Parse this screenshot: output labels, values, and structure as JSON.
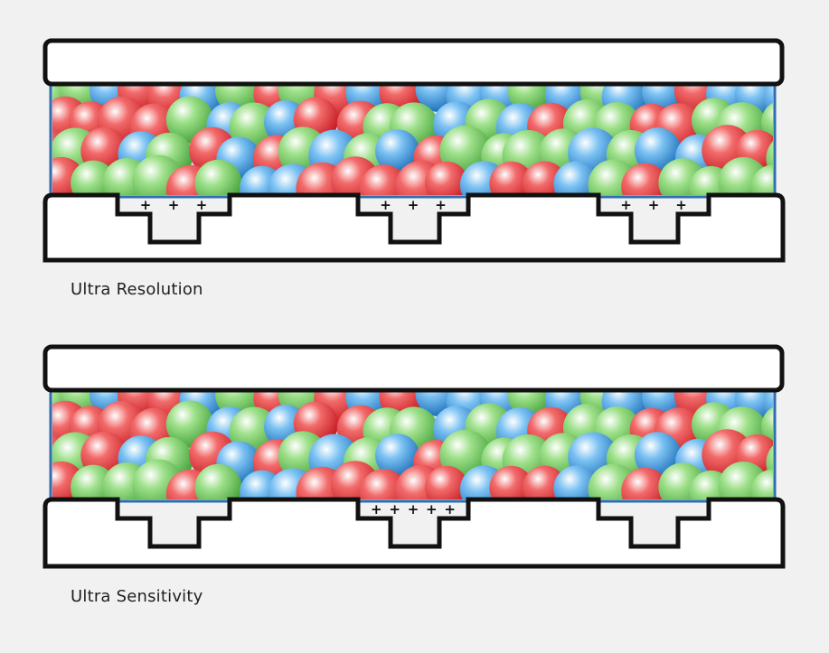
{
  "panels": [
    {
      "caption": "Ultra Resolution",
      "mode": "resolution",
      "charges": [
        3,
        3,
        3
      ]
    },
    {
      "caption": "Ultra Sensitivity",
      "mode": "sensitivity",
      "charges": [
        0,
        5,
        0
      ]
    }
  ],
  "charge_symbol": "+",
  "colors": {
    "background": "#f1f1f1",
    "outline": "#111111",
    "plate": "#ffffff",
    "edge": "#2f6fb0",
    "red": "#e0262d",
    "green": "#5fc24a",
    "blue": "#1f86d8"
  }
}
